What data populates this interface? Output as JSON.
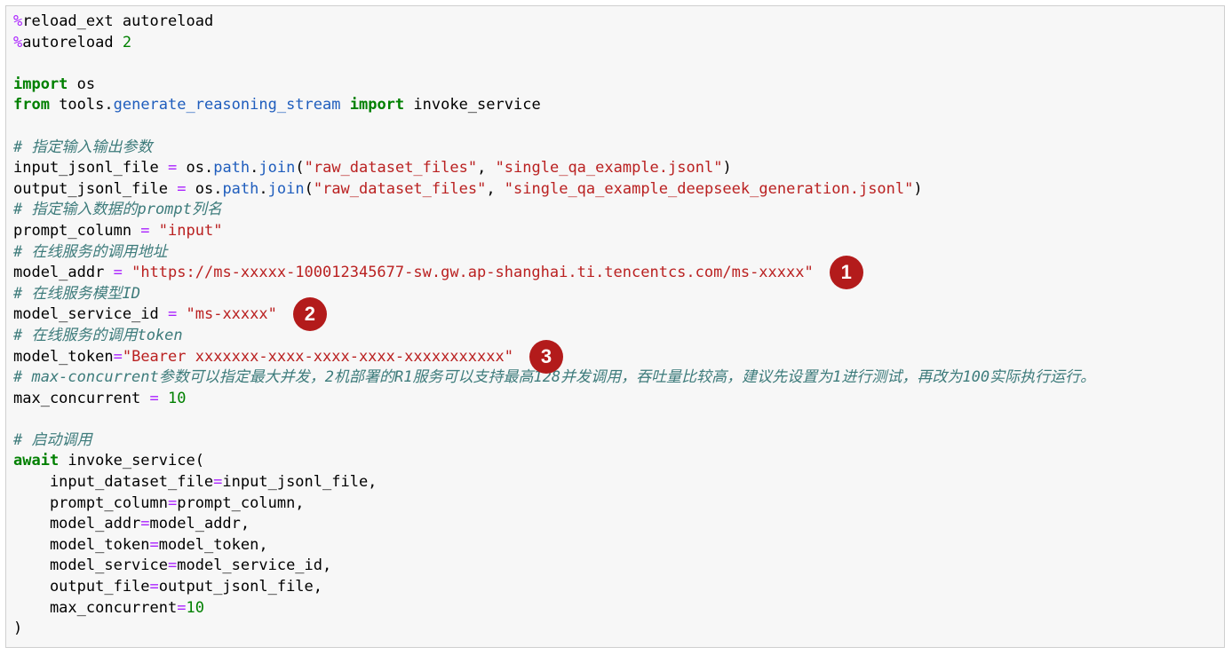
{
  "colors": {
    "keyword": "#008000",
    "magic": "#aa22ff",
    "string": "#ba2121",
    "number": "#008000",
    "comment": "#3d7b7b",
    "attribute": "#1f5dbd",
    "badge": "#b31b1b",
    "cell_background": "#f7f7f7"
  },
  "code_lines": [
    [
      [
        "mag",
        "%"
      ],
      [
        "txt",
        "reload_ext autoreload"
      ]
    ],
    [
      [
        "mag",
        "%"
      ],
      [
        "txt",
        "autoreload "
      ],
      [
        "num",
        "2"
      ]
    ],
    [],
    [
      [
        "kw",
        "import"
      ],
      [
        "txt",
        " os"
      ]
    ],
    [
      [
        "kw",
        "from"
      ],
      [
        "txt",
        " tools."
      ],
      [
        "attr",
        "generate_reasoning_stream"
      ],
      [
        "txt",
        " "
      ],
      [
        "kw",
        "import"
      ],
      [
        "txt",
        " invoke_service"
      ]
    ],
    [],
    [
      [
        "com",
        "# 指定输入输出参数"
      ]
    ],
    [
      [
        "txt",
        "input_jsonl_file "
      ],
      [
        "op",
        "="
      ],
      [
        "txt",
        " os."
      ],
      [
        "attr",
        "path"
      ],
      [
        "txt",
        "."
      ],
      [
        "attr",
        "join"
      ],
      [
        "txt",
        "("
      ],
      [
        "str",
        "\"raw_dataset_files\""
      ],
      [
        "txt",
        ", "
      ],
      [
        "str",
        "\"single_qa_example.jsonl\""
      ],
      [
        "txt",
        ")"
      ]
    ],
    [
      [
        "txt",
        "output_jsonl_file "
      ],
      [
        "op",
        "="
      ],
      [
        "txt",
        " os."
      ],
      [
        "attr",
        "path"
      ],
      [
        "txt",
        "."
      ],
      [
        "attr",
        "join"
      ],
      [
        "txt",
        "("
      ],
      [
        "str",
        "\"raw_dataset_files\""
      ],
      [
        "txt",
        ", "
      ],
      [
        "str",
        "\"single_qa_example_deepseek_generation.jsonl\""
      ],
      [
        "txt",
        ")"
      ]
    ],
    [
      [
        "com",
        "# 指定输入数据的prompt列名"
      ]
    ],
    [
      [
        "txt",
        "prompt_column "
      ],
      [
        "op",
        "="
      ],
      [
        "txt",
        " "
      ],
      [
        "str",
        "\"input\""
      ]
    ],
    [
      [
        "com",
        "# 在线服务的调用地址"
      ]
    ],
    [
      [
        "txt",
        "model_addr "
      ],
      [
        "op",
        "="
      ],
      [
        "txt",
        " "
      ],
      [
        "str",
        "\"https://ms-xxxxx-100012345677-sw.gw.ap-shanghai.ti.tencentcs.com/ms-xxxxx\""
      ]
    ],
    [
      [
        "com",
        "# 在线服务模型ID"
      ]
    ],
    [
      [
        "txt",
        "model_service_id "
      ],
      [
        "op",
        "="
      ],
      [
        "txt",
        " "
      ],
      [
        "str",
        "\"ms-xxxxx\""
      ]
    ],
    [
      [
        "com",
        "# 在线服务的调用token"
      ]
    ],
    [
      [
        "txt",
        "model_token"
      ],
      [
        "op",
        "="
      ],
      [
        "str",
        "\"Bearer xxxxxxx-xxxx-xxxx-xxxx-xxxxxxxxxxx\""
      ]
    ],
    [
      [
        "com",
        "# max-concurrent参数可以指定最大并发，2机部署的R1服务可以支持最高128并发调用，吞吐量比较高，建议先设置为1进行测试，再改为100实际执行运行。"
      ]
    ],
    [
      [
        "txt",
        "max_concurrent "
      ],
      [
        "op",
        "="
      ],
      [
        "txt",
        " "
      ],
      [
        "num",
        "10"
      ]
    ],
    [],
    [
      [
        "com",
        "# 启动调用"
      ]
    ],
    [
      [
        "kw",
        "await"
      ],
      [
        "txt",
        " invoke_service("
      ]
    ],
    [
      [
        "txt",
        "    input_dataset_file"
      ],
      [
        "op",
        "="
      ],
      [
        "txt",
        "input_jsonl_file,"
      ]
    ],
    [
      [
        "txt",
        "    prompt_column"
      ],
      [
        "op",
        "="
      ],
      [
        "txt",
        "prompt_column,"
      ]
    ],
    [
      [
        "txt",
        "    model_addr"
      ],
      [
        "op",
        "="
      ],
      [
        "txt",
        "model_addr,"
      ]
    ],
    [
      [
        "txt",
        "    model_token"
      ],
      [
        "op",
        "="
      ],
      [
        "txt",
        "model_token,"
      ]
    ],
    [
      [
        "txt",
        "    model_service"
      ],
      [
        "op",
        "="
      ],
      [
        "txt",
        "model_service_id,"
      ]
    ],
    [
      [
        "txt",
        "    output_file"
      ],
      [
        "op",
        "="
      ],
      [
        "txt",
        "output_jsonl_file,"
      ]
    ],
    [
      [
        "txt",
        "    max_concurrent"
      ],
      [
        "op",
        "="
      ],
      [
        "num",
        "10"
      ]
    ],
    [
      [
        "txt",
        ")"
      ]
    ]
  ],
  "badges": [
    {
      "label": "1",
      "line": 12
    },
    {
      "label": "2",
      "line": 14
    },
    {
      "label": "3",
      "line": 16
    }
  ]
}
